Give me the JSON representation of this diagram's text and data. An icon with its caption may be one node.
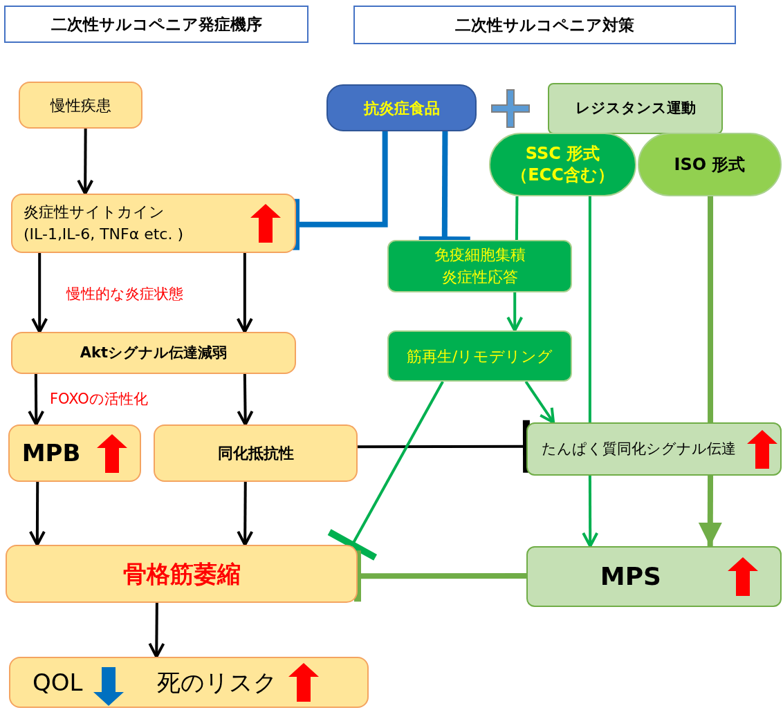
{
  "diagram": {
    "nodes": [
      {
        "text": [
          "二次性サルコペニア発症機序"
        ]
      },
      {
        "text": [
          "二次性サルコペニア対策"
        ]
      },
      {
        "text": [
          "慢性疾患"
        ]
      },
      {
        "text": [
          "炎症性サイトカイン",
          "(IL-1,IL-6, TNFα etc. )"
        ]
      },
      {
        "text": [
          "Aktシグナル伝達減弱"
        ]
      },
      {
        "text": [
          "MPB"
        ]
      },
      {
        "text": [
          "同化抵抗性"
        ]
      },
      {
        "text": [
          "骨格筋萎縮"
        ]
      },
      {
        "text": [
          "QOL",
          "死のリスク"
        ]
      },
      {
        "text": [
          "抗炎症食品"
        ]
      },
      {
        "text": [
          "レジスタンス運動"
        ]
      },
      {
        "text": [
          "SSC 形式（ECC含む）"
        ]
      },
      {
        "text": [
          "ISO 形式"
        ]
      },
      {
        "text": [
          "免疫細胞集積炎症性応答"
        ]
      },
      {
        "text": [
          "筋再生/リモデリング"
        ]
      },
      {
        "text": [
          "たんぱく質同化シグナル伝達"
        ]
      },
      {
        "text": [
          "MPS"
        ]
      }
    ],
    "edges": [
      {
        "from": 2,
        "to": 3,
        "arrow": "to"
      },
      {
        "from": 3,
        "to": 4,
        "arrow": "to"
      },
      {
        "from": 3,
        "to": 4,
        "arrow": "to"
      },
      {
        "from": 4,
        "to": 5,
        "arrow": "to"
      },
      {
        "from": 4,
        "to": 6,
        "arrow": "to"
      },
      {
        "from": 5,
        "to": 7,
        "arrow": "to"
      },
      {
        "from": 6,
        "to": 7,
        "arrow": "to"
      },
      {
        "from": 7,
        "to": 8,
        "arrow": "to"
      },
      {
        "from": 9,
        "to": 3,
        "arrow": "other",
        "style": "thick",
        "color": "#0070c0"
      },
      {
        "from": 9,
        "to": 13,
        "arrow": "other",
        "style": "thick",
        "color": "#0070c0"
      },
      {
        "from": 6,
        "to": 15,
        "arrow": "other"
      },
      {
        "from": 11,
        "to": 13,
        "arrow": "none",
        "color": "#00b050"
      },
      {
        "from": 13,
        "to": 14,
        "arrow": "to",
        "color": "#00b050"
      },
      {
        "from": 14,
        "to": 15,
        "arrow": "to",
        "color": "#00b050"
      },
      {
        "from": 11,
        "to": 15,
        "arrow": "none",
        "color": "#00b050"
      },
      {
        "from": 15,
        "to": 16,
        "arrow": "to",
        "color": "#00b050"
      },
      {
        "from": 12,
        "to": 15,
        "arrow": "none",
        "style": "thick",
        "color": "#70ad47"
      },
      {
        "from": 15,
        "to": 16,
        "arrow": "to",
        "style": "thick",
        "color": "#70ad47"
      },
      {
        "from": 14,
        "to": 7,
        "arrow": "other",
        "color": "#00b050"
      },
      {
        "from": 16,
        "to": 7,
        "arrow": "other",
        "style": "thick",
        "color": "#70ad47"
      }
    ],
    "labels": [
      "慢性的な炎症状態",
      "FOXOの活性化"
    ]
  }
}
